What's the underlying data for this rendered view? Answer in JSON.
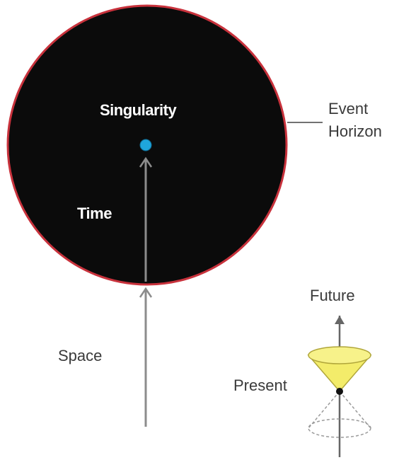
{
  "labels": {
    "singularity": "Singularity",
    "time": "Time",
    "event_horizon_line1": "Event",
    "event_horizon_line2": "Horizon",
    "space": "Space",
    "future": "Future",
    "present": "Present"
  },
  "colors": {
    "black_hole": "#0b0b0b",
    "horizon_rim": "#c8323c",
    "singularity": "#1fa6dc",
    "arrow": "#8c8c8c",
    "light_cone_fill": "#f3ec6a",
    "light_cone_stroke": "#b0a63a"
  }
}
